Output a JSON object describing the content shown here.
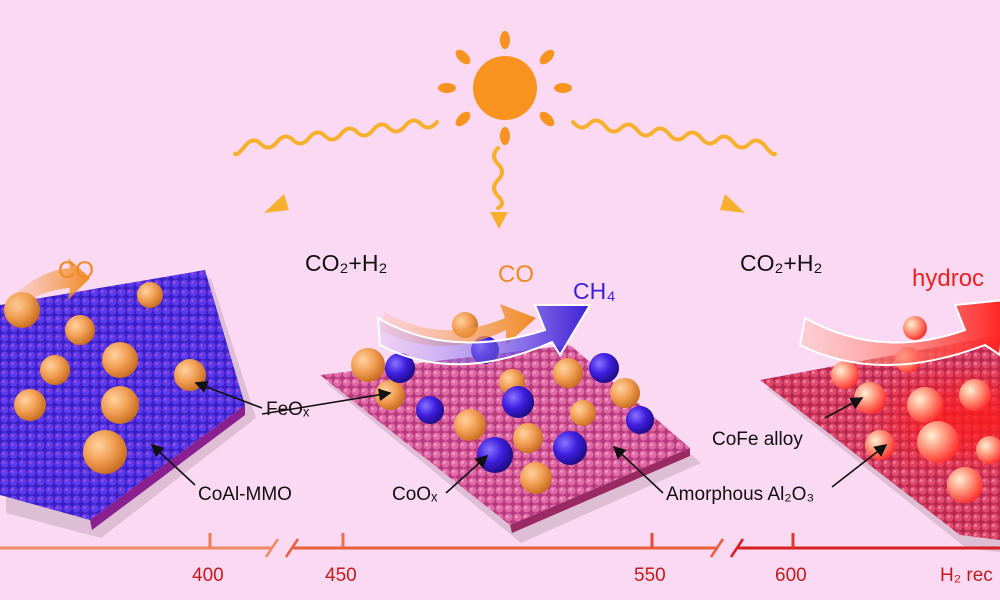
{
  "colors": {
    "background": "#fcd9f3",
    "sun": "#f7931e",
    "axis": "#e0432f",
    "co_particle": "#f2a055",
    "coox_particle": "#3f1fe0",
    "cofe_particle": "#ff5a4a",
    "mmo_surface": "#4a2ad6",
    "al2o3_surface": "#d94f9a",
    "co_text": "#f08a22",
    "ch4_text": "#3a1fd6",
    "hydrocarbon_text": "#ee2020"
  },
  "icons": [
    "sun-icon",
    "wavy-arrow-icon"
  ],
  "labels": {
    "co_left": "CO",
    "co2h2_middle": "CO₂+H₂",
    "co_middle": "CO",
    "ch4": "CH₄",
    "co2h2_right": "CO₂+H₂",
    "hydrocarbons": "hydroc",
    "feox": "FeOₓ",
    "coal_mmo": "CoAl-MMO",
    "coox": "CoOₓ",
    "amorphous_al2o3": "Amorphous Al₂O₃",
    "cofe_alloy": "CoFe alloy"
  },
  "axis": {
    "ticks": [
      "400",
      "450",
      "550",
      "600"
    ],
    "label": "H₂ rec"
  }
}
